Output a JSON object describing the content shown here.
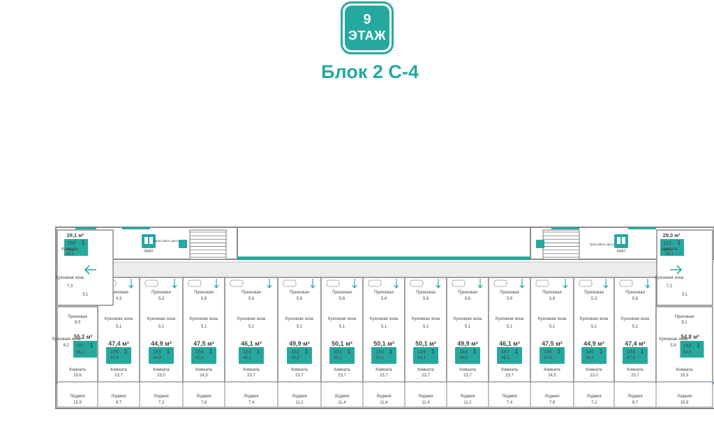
{
  "header": {
    "floor_number": "9",
    "floor_label": "ЭТАЖ",
    "block_title": "Блок 2 С-4"
  },
  "colors": {
    "accent": "#25a99f",
    "wall": "#8a8a8a",
    "apt_fill": "#ffffff",
    "label_fill": "#25a99f"
  },
  "labels": {
    "corridor_tag": "Прихожая",
    "kitchen": "Кухонная зона",
    "room": "Комната",
    "loggia": "Лоджия",
    "lift": "ЛИФТ",
    "trash": "Трассовые щиты"
  },
  "apartments": [
    {
      "id": "158",
      "area": "29,1 м²",
      "rooms": "1",
      "sub": "29,1",
      "hall": "15,1",
      "kitchen": "7,3",
      "extra": "3,1"
    },
    {
      "id": "157",
      "area": "55,2 м²",
      "rooms": "1",
      "sub": "55,2",
      "hall": "8,9",
      "room": "19,6",
      "kitchen": "6,2",
      "loggia": "15,9"
    },
    {
      "id": "156",
      "area": "47,4 м²",
      "rooms": "1",
      "sub": "47,4",
      "hall": "4,3",
      "kitchen": "5,1",
      "room": "23,7",
      "loggia": "8,7"
    },
    {
      "id": "155",
      "area": "44,9 м²",
      "rooms": "1",
      "sub": "44,9",
      "hall": "5,3",
      "kitchen": "5,1",
      "room": "23,0",
      "loggia": "7,2"
    },
    {
      "id": "154",
      "area": "47,5 м²",
      "rooms": "1",
      "sub": "47,5",
      "hall": "5,8",
      "kitchen": "5,1",
      "room": "24,5",
      "loggia": "7,8"
    },
    {
      "id": "153",
      "area": "46,1 м²",
      "rooms": "1",
      "sub": "46,1",
      "hall": "5,6",
      "kitchen": "5,1",
      "room": "23,7",
      "loggia": "7,4"
    },
    {
      "id": "152",
      "area": "49,9 м²",
      "rooms": "1",
      "sub": "49,9",
      "hall": "5,6",
      "kitchen": "5,1",
      "room": "23,7",
      "loggia": "11,2"
    },
    {
      "id": "151",
      "area": "50,1 м²",
      "rooms": "1",
      "sub": "50,1",
      "hall": "5,6",
      "kitchen": "5,1",
      "room": "23,7",
      "loggia": "11,4"
    },
    {
      "id": "150",
      "area": "50,1 м²",
      "rooms": "1",
      "sub": "50,1",
      "hall": "5,6",
      "kitchen": "5,1",
      "room": "23,7",
      "loggia": "11,4"
    },
    {
      "id": "149",
      "area": "50,1 м²",
      "rooms": "1",
      "sub": "50,1",
      "hall": "5,6",
      "kitchen": "5,1",
      "room": "23,7",
      "loggia": "11,4"
    },
    {
      "id": "148",
      "area": "49,9 м²",
      "rooms": "1",
      "sub": "49,9",
      "hall": "5,6",
      "kitchen": "5,1",
      "room": "23,7",
      "loggia": "11,2"
    },
    {
      "id": "147",
      "area": "46,1 м²",
      "rooms": "1",
      "sub": "46,1",
      "hall": "5,6",
      "kitchen": "5,1",
      "room": "23,7",
      "loggia": "7,4"
    },
    {
      "id": "146",
      "area": "47,5 м²",
      "rooms": "1",
      "sub": "47,5",
      "hall": "5,8",
      "kitchen": "5,1",
      "room": "24,5",
      "loggia": "7,8"
    },
    {
      "id": "145",
      "area": "44,9 м²",
      "rooms": "1",
      "sub": "44,9",
      "hall": "5,3",
      "kitchen": "5,1",
      "room": "23,0",
      "loggia": "7,2"
    },
    {
      "id": "144",
      "area": "47,4 м²",
      "rooms": "1",
      "sub": "47,4",
      "hall": "5,6",
      "kitchen": "5,1",
      "room": "23,7",
      "loggia": "8,7"
    },
    {
      "id": "143",
      "area": "54,8 м²",
      "rooms": "1",
      "sub": "54,8",
      "hall": "9,1",
      "room": "19,3",
      "kitchen": "5,9",
      "loggia": "15,9"
    },
    {
      "id": "142",
      "area": "29,0 м²",
      "rooms": "1",
      "sub": "29,0",
      "hall": "15,1",
      "kitchen": "7,1",
      "extra": "3,1"
    }
  ]
}
